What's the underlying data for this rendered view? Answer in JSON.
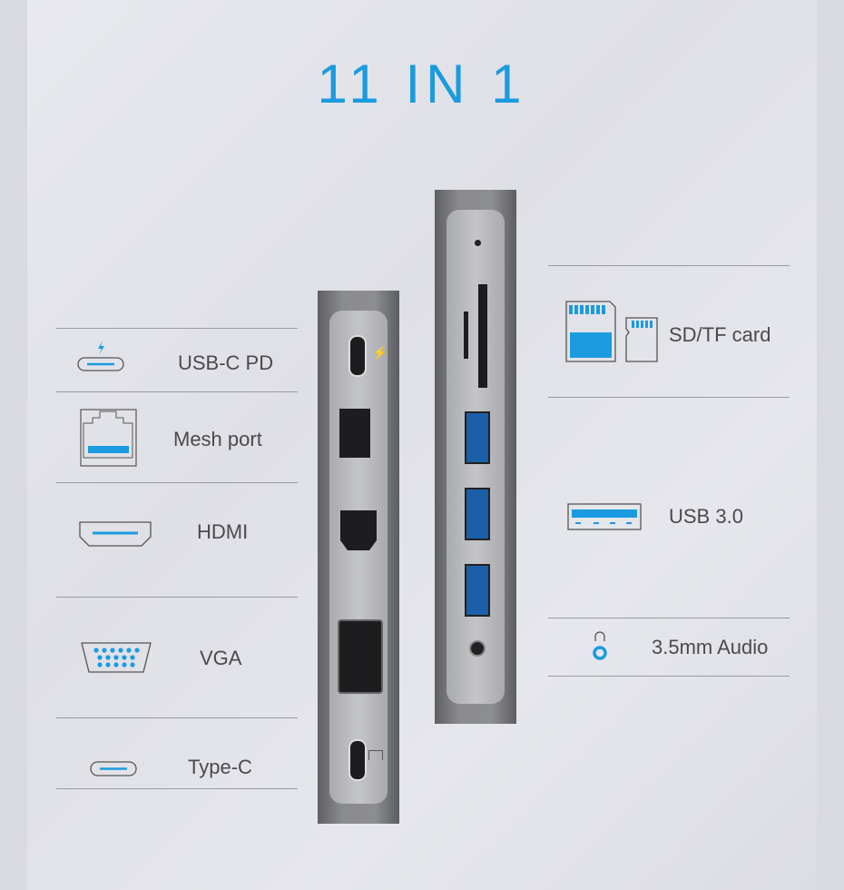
{
  "title": "11 IN 1",
  "left_features": [
    {
      "label": "USB-C PD",
      "icon": "usb-c-pd-icon"
    },
    {
      "label": "Mesh port",
      "icon": "ethernet-icon"
    },
    {
      "label": "HDMI",
      "icon": "hdmi-icon"
    },
    {
      "label": "VGA",
      "icon": "vga-icon"
    },
    {
      "label": "Type-C",
      "icon": "type-c-icon"
    }
  ],
  "right_features": [
    {
      "label": "SD/TF card",
      "icon": "sd-tf-card-icon"
    },
    {
      "label": "USB 3.0",
      "icon": "usb3-icon"
    },
    {
      "label": "3.5mm Audio",
      "icon": "audio-jack-icon"
    }
  ],
  "colors": {
    "accent": "#1a9be0",
    "text": "#4a4a4e"
  }
}
